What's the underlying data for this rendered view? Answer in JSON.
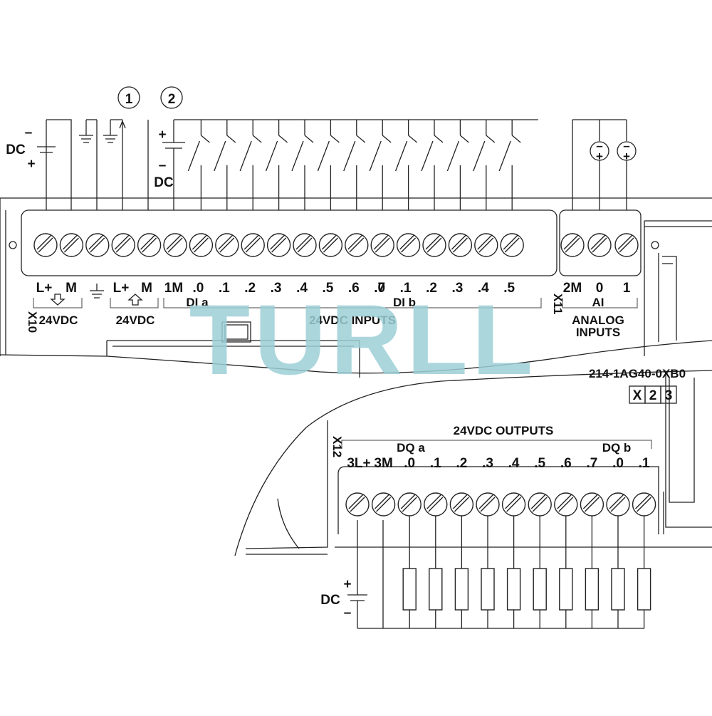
{
  "callouts": [
    "1",
    "2"
  ],
  "dc_supply_label": "DC",
  "polarity": {
    "minus": "–",
    "plus": "+"
  },
  "x10": {
    "connector": "X10",
    "terminals": [
      "L+",
      "M",
      "",
      "L+",
      "M"
    ],
    "ground_icon": "ground-icon",
    "supply_in_label": "24VDC",
    "supply_out_label": "24VDC"
  },
  "digital_inputs": {
    "common": "1M",
    "dia_terminals": [
      ".0",
      ".1",
      ".2",
      ".3",
      ".4",
      ".5",
      ".6",
      ".7"
    ],
    "dib_terminals": [
      ".0",
      ".1",
      ".2",
      ".3",
      ".4",
      ".5"
    ],
    "dia_label": "DI a",
    "dib_label": "DI b",
    "group_label": "24VDC INPUTS"
  },
  "analog": {
    "connector": "X11",
    "terminals": [
      "2M",
      "0",
      "1"
    ],
    "ai_label": "AI",
    "group_label_line1": "ANALOG",
    "group_label_line2": "INPUTS"
  },
  "order_number": "214-1AG40-0XB0",
  "version_boxes": [
    "X",
    "2",
    "3"
  ],
  "outputs": {
    "connector": "X12",
    "group_label": "24VDC OUTPUTS",
    "dqa_label": "DQ a",
    "dqb_label": "DQ b",
    "terminals": [
      "3L+",
      "3M",
      ".0",
      ".1",
      ".2",
      ".3",
      ".4",
      ".5",
      ".6",
      ".7",
      ".0",
      ".1"
    ]
  },
  "watermark": "TURLL"
}
